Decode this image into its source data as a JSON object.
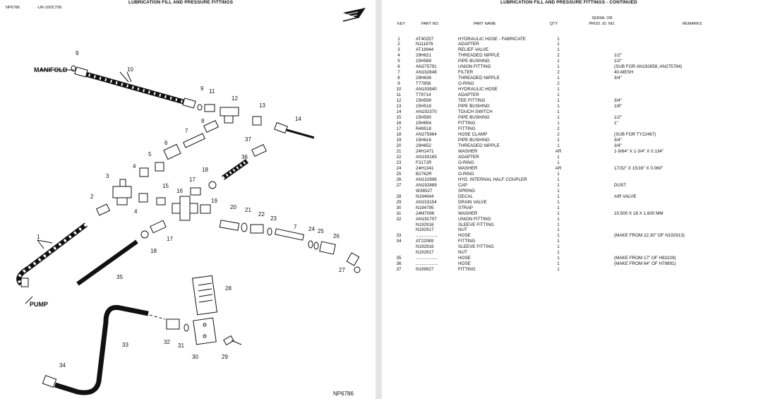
{
  "left_page": {
    "title": "LUBRICATION FILL AND PRESSURE FITTINGS",
    "code": "NP6786",
    "date_code": "-UN-10OCT95",
    "figure_id": "NP6786",
    "captions": {
      "manifold": "MANIFOLD",
      "pump": "PUMP"
    },
    "callouts": [
      "1",
      "2",
      "3",
      "4",
      "4",
      "5",
      "6",
      "7",
      "8",
      "9",
      "9",
      "10",
      "11",
      "12",
      "13",
      "14",
      "15",
      "16",
      "17",
      "17",
      "18",
      "18",
      "19",
      "20",
      "21",
      "22",
      "23",
      "24",
      "25",
      "26",
      "27",
      "28",
      "29",
      "30",
      "31",
      "32",
      "33",
      "34",
      "35",
      "36",
      "37"
    ]
  },
  "right_page": {
    "title": "LUBRICATION FILL AND PRESSURE FITTINGS - CONTINUED",
    "headers": {
      "key": "KEY",
      "part_no": "PART NO.",
      "part_name": "PART NAME",
      "qty": "QTY",
      "serial_1": "SERIAL OR",
      "serial_2": "PROD. ID. NO.",
      "remarks": "REMARKS"
    },
    "rows": [
      {
        "key": "1",
        "part": "AT40257",
        "name": "HYDRAULIC HOSE - FABRICATE",
        "qty": "1",
        "remarks": ""
      },
      {
        "key": "2",
        "part": "N111876",
        "name": "ADAPTER",
        "qty": "1",
        "remarks": ""
      },
      {
        "key": "3",
        "part": "AT18944",
        "name": "RELIEF VALVE",
        "qty": "1",
        "remarks": ""
      },
      {
        "key": "4",
        "part": "29H621",
        "name": "THREADED NIPPLE",
        "qty": "2",
        "remarks": "1/2\""
      },
      {
        "key": "5",
        "part": "15H589",
        "name": "PIPE BUSHING",
        "qty": "1",
        "remarks": "1/2\""
      },
      {
        "key": "6",
        "part": "AN275791",
        "name": "UNION FITTING",
        "qty": "1",
        "remarks": "(SUB FOR AN192658, AN275784)"
      },
      {
        "key": "7",
        "part": "AN192848",
        "name": "FILTER",
        "qty": "2",
        "remarks": "40-MESH"
      },
      {
        "key": "8",
        "part": "29H636",
        "name": "THREADED NIPPLE",
        "qty": "1",
        "remarks": "3/4\""
      },
      {
        "key": "9",
        "part": "T77858",
        "name": "O-RING",
        "qty": "2",
        "remarks": ""
      },
      {
        "key": "10",
        "part": "AN193940",
        "name": "HYDRAULIC HOSE",
        "qty": "1",
        "remarks": ""
      },
      {
        "key": "11",
        "part": "T79714",
        "name": "ADAPTER",
        "qty": "1",
        "remarks": ""
      },
      {
        "key": "12",
        "part": "15H599",
        "name": "TEE FITTING",
        "qty": "1",
        "remarks": "3/4\""
      },
      {
        "key": "13",
        "part": "15H518",
        "name": "PIPE BUSHING",
        "qty": "1",
        "remarks": "1/8\""
      },
      {
        "key": "14",
        "part": "AN192370",
        "name": "TOUCH SWITCH",
        "qty": "1",
        "remarks": ""
      },
      {
        "key": "15",
        "part": "15H590",
        "name": "PIPE BUSHING",
        "qty": "1",
        "remarks": "1/2\""
      },
      {
        "key": "16",
        "part": "15H654",
        "name": "FITTING",
        "qty": "1",
        "remarks": "1\""
      },
      {
        "key": "17",
        "part": "R49518",
        "name": "FITTING",
        "qty": "2",
        "remarks": ""
      },
      {
        "key": "18",
        "part": "AN275964",
        "name": "HOSE CLAMP",
        "qty": "2",
        "remarks": "(SUB FOR TY22467)"
      },
      {
        "key": "19",
        "part": "15H616",
        "name": "PIPE BUSHING",
        "qty": "1",
        "remarks": "3/4\""
      },
      {
        "key": "20",
        "part": "29H652",
        "name": "THREADED NIPPLE",
        "qty": "1",
        "remarks": "3/4\""
      },
      {
        "key": "21",
        "part": "24H1471",
        "name": "WASHER",
        "qty": "AR",
        "remarks": "1-9/64\" X 1-3/4\" X 0.134\""
      },
      {
        "key": "22",
        "part": "AN193183",
        "name": "ADAPTER",
        "qty": "1",
        "remarks": ""
      },
      {
        "key": "23",
        "part": "F3171R",
        "name": "O-RING",
        "qty": "1",
        "remarks": ""
      },
      {
        "key": "24",
        "part": "24H1341",
        "name": "WASHER",
        "qty": "AR",
        "remarks": "17/32\" X 15/16\" X 0.060\""
      },
      {
        "key": "25",
        "part": "B2762R",
        "name": "O-RING",
        "qty": "1",
        "remarks": ""
      },
      {
        "key": "26",
        "part": "AN132996",
        "name": "HYD. INTERNAL HALF COUPLER",
        "qty": "1",
        "remarks": ""
      },
      {
        "key": "27",
        "part": "AN192889",
        "name": "CAP",
        "qty": "1",
        "remarks": "DUST"
      },
      {
        "key": "",
        "part": "W36527",
        "name": "SPRING",
        "qty": "1",
        "remarks": ""
      },
      {
        "key": "28",
        "part": "N194944",
        "name": "DECAL",
        "qty": "1",
        "remarks": "AIR VALVE"
      },
      {
        "key": "29",
        "part": "AN153154",
        "name": "DRAIN VALVE",
        "qty": "1",
        "remarks": ""
      },
      {
        "key": "30",
        "part": "N194795",
        "name": "STRAP",
        "qty": "1",
        "remarks": ""
      },
      {
        "key": "31",
        "part": "24M7096",
        "name": "WASHER",
        "qty": "1",
        "remarks": "10.500 X 18 X 1.600 MM"
      },
      {
        "key": "32",
        "part": "AN191707",
        "name": "UNION FITTING",
        "qty": "1",
        "remarks": ""
      },
      {
        "key": "",
        "part": "N192916",
        "name": "SLEEVE FITTING",
        "qty": "1",
        "remarks": ""
      },
      {
        "key": "",
        "part": "N192917",
        "name": "NUT",
        "qty": "1",
        "remarks": ""
      },
      {
        "key": "33",
        "part": "..................",
        "name": "HOSE",
        "qty": "1",
        "remarks": "(MAKE FROM 22.30\" OF N192913)"
      },
      {
        "key": "34",
        "part": "AT22089",
        "name": "FITTING",
        "qty": "1",
        "remarks": ""
      },
      {
        "key": "",
        "part": "N192916",
        "name": "SLEEVE FITTING",
        "qty": "1",
        "remarks": ""
      },
      {
        "key": "",
        "part": "N192917",
        "name": "NUT",
        "qty": "1",
        "remarks": ""
      },
      {
        "key": "35",
        "part": "..................",
        "name": "HOSE",
        "qty": "1",
        "remarks": "(MAKE FROM 17\" OF H92229)"
      },
      {
        "key": "36",
        "part": "..................",
        "name": "HOSE",
        "qty": "1",
        "remarks": "(MAKE FROM 64\" OF H79891)"
      },
      {
        "key": "37",
        "part": "N199927",
        "name": "FITTING",
        "qty": "1",
        "remarks": ""
      }
    ]
  }
}
